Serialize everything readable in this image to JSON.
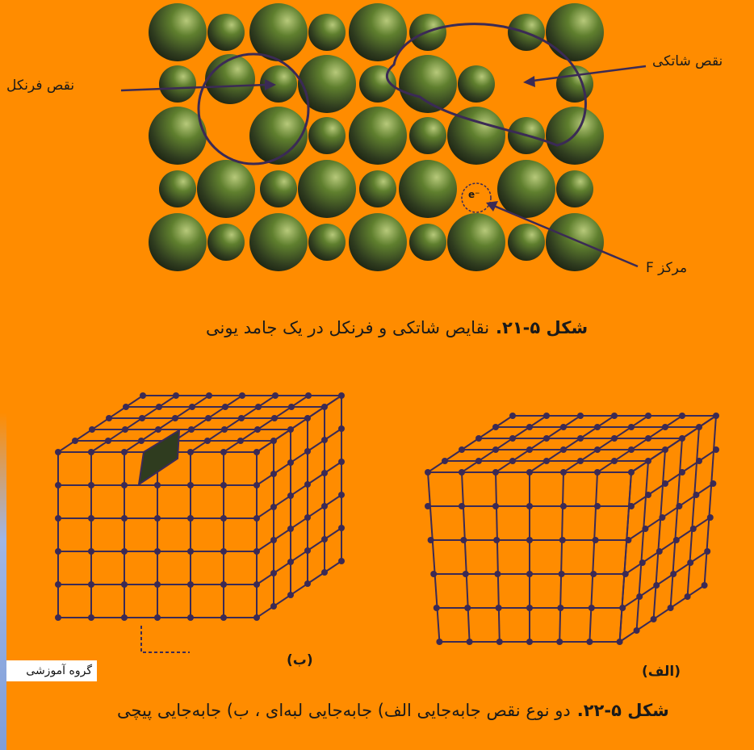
{
  "figure1": {
    "label_frenkel": "نقص فرنکل",
    "label_schottky": "نقص شاتکی",
    "label_fcenter": "مرکز F",
    "electron_symbol": "e⁻",
    "caption_number": "شکل ۵-۲۱.",
    "caption_text": "نقایص شاتکی و فرنکل در یک جامد یونی"
  },
  "figure2": {
    "label_a": "(الف)",
    "label_b": "(ب)",
    "caption_number": "شکل ۵-۲۲.",
    "caption_text": "دو نوع نقص جابه‌جایی الف) جابه‌جایی لبه‌ای ، ب) جابه‌جایی پیچی"
  },
  "watermark": "گروه آموزشی",
  "colors": {
    "background": "#ff8c00",
    "sphere_dark": "#2f3c1f",
    "sphere_light": "#8fae4a",
    "line": "#3b2a55",
    "text": "#1a1a1a"
  }
}
